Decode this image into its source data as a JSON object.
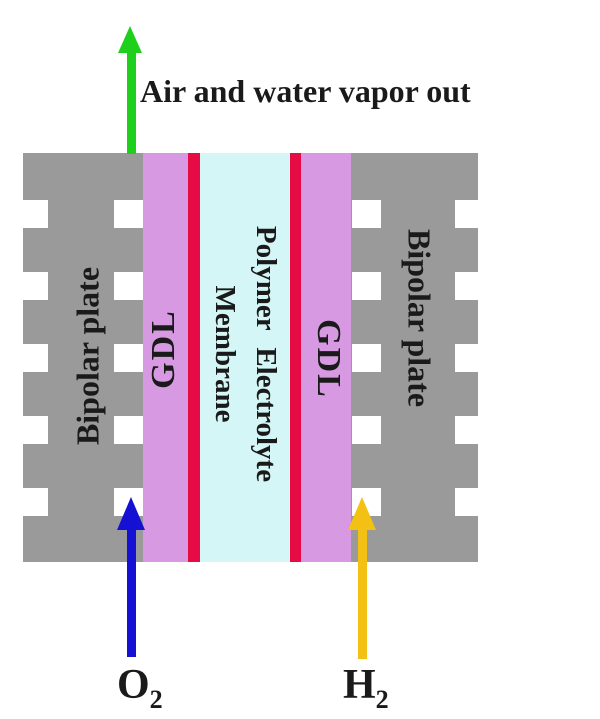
{
  "diagram": {
    "air_out_label": "Air and water vapor out",
    "o2_label": "O",
    "o2_subscript": "2",
    "h2_label": "H",
    "h2_subscript": "2",
    "bipolar_plate_left": "Bipolar plate",
    "bipolar_plate_right": "Bipolar plate",
    "gdl_left": "GDL",
    "gdl_right": "GDL",
    "membrane_line1": "Polymer Electrolyte",
    "membrane_line2": "Membrane"
  },
  "colors": {
    "background": "#ffffff",
    "plate_gray": "#9a9a9a",
    "channel_white": "#ffffff",
    "gdl_purple": "#d79ae2",
    "catalyst_red": "#e60b45",
    "membrane_cyan": "#d5f6f6",
    "arrow_green": "#1ecf1b",
    "arrow_blue": "#1511d4",
    "arrow_yellow": "#f3c113",
    "text_black": "#1a1a1a"
  }
}
